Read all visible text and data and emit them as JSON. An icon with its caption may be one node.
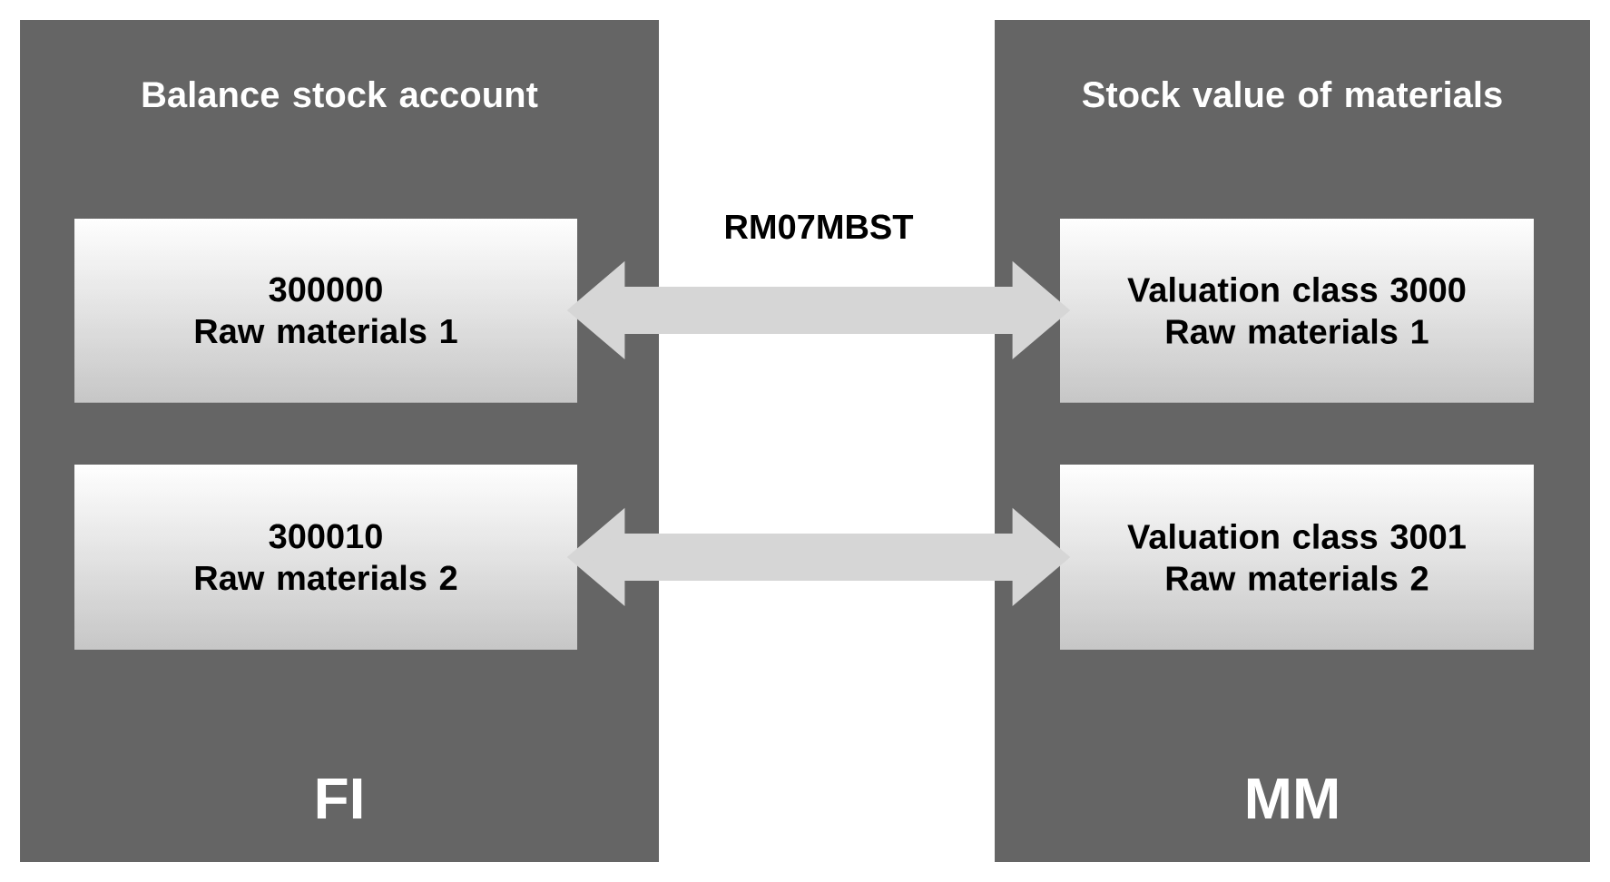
{
  "diagram": {
    "nodes": [
      {
        "text": [
          "Balance stock account",
          "FI"
        ]
      },
      {
        "text": [
          "300000",
          "Raw materials 1"
        ],
        "in": 0
      },
      {
        "text": [
          "300010",
          "Raw materials 2"
        ],
        "in": 0
      },
      {
        "text": [
          "Stock value of materials",
          "MM"
        ]
      },
      {
        "text": [
          "Valuation class 3000 Raw materials 1"
        ],
        "in": 3
      },
      {
        "text": [
          "Valuation class 3001 Raw materials 2"
        ],
        "in": 3
      }
    ],
    "edges": [
      {
        "from": 1,
        "to": 4,
        "arrow": "both",
        "label": "RM07MBST"
      },
      {
        "from": 2,
        "to": 5,
        "arrow": "both"
      }
    ]
  }
}
